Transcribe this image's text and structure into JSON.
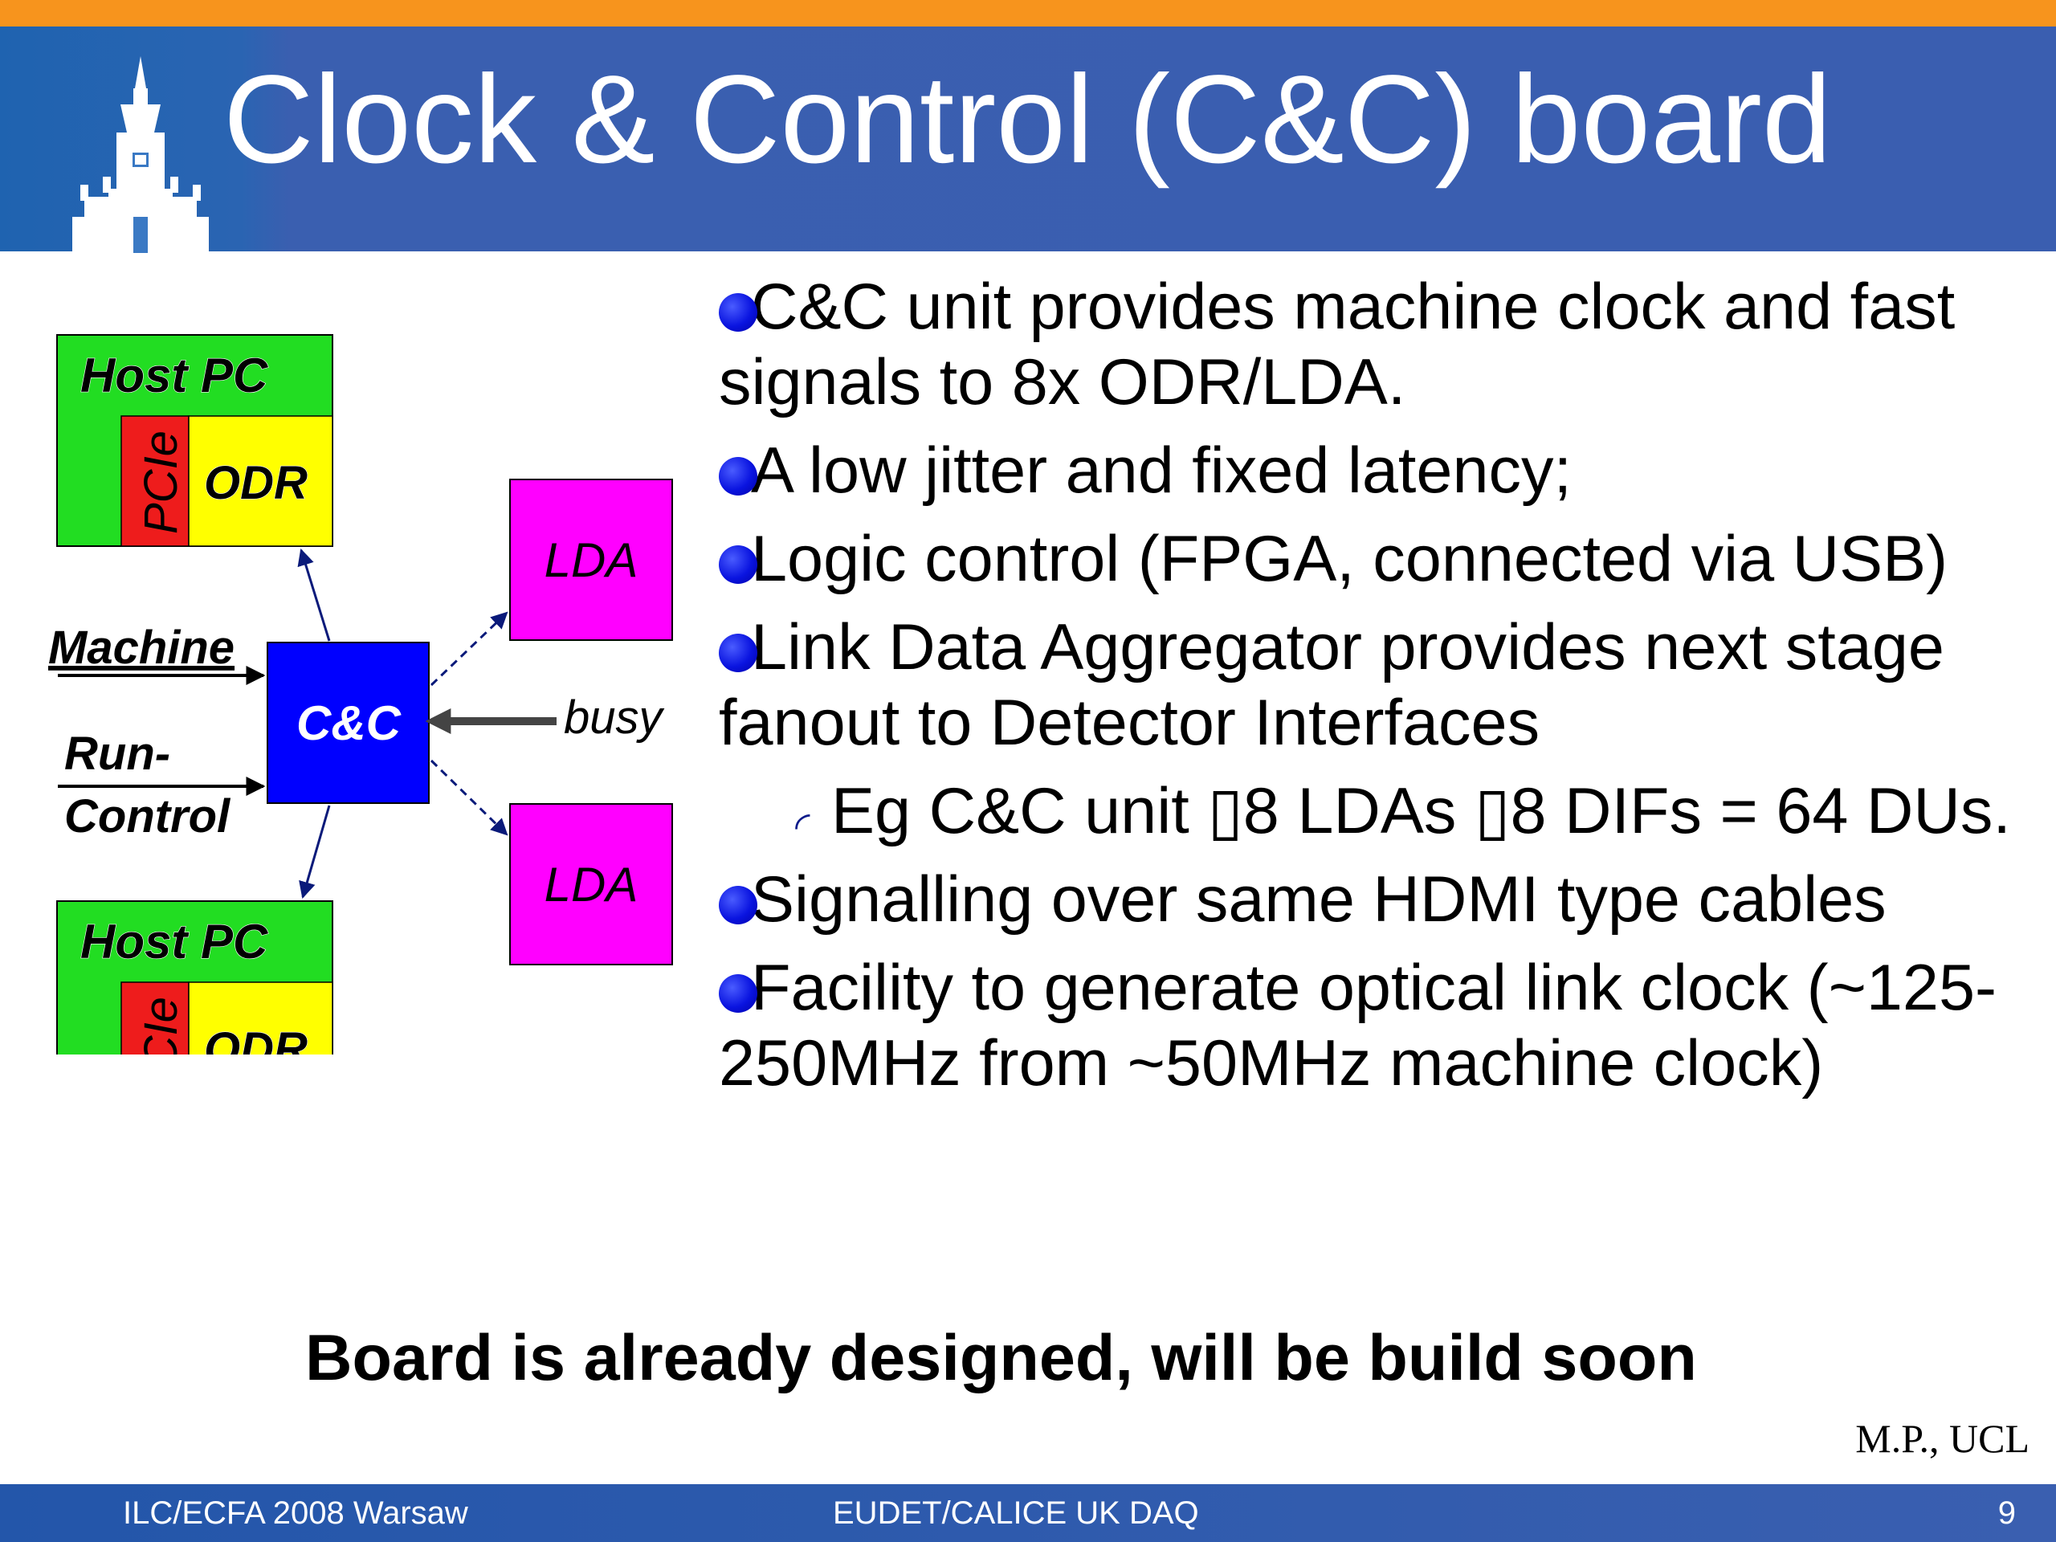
{
  "slide": {
    "title": "Clock & Control (C&C) board"
  },
  "diagram": {
    "host_pc_label": "Host PC",
    "pcie_label": "PCIe",
    "odr_label": "ODR",
    "lda_label": "LDA",
    "cc_label": "C&C",
    "busy_label": "busy",
    "machine_label": "Machine",
    "run_label": "Run-",
    "control_label": "Control",
    "colors": {
      "host_green": "#22dd22",
      "pcie_red": "#ee1c1c",
      "odr_yellow": "#ffff00",
      "lda_magenta": "#ff00ff",
      "cc_blue": "#0000ff",
      "arrow_navy": "#0a1a7a"
    }
  },
  "bullets": [
    {
      "text": "C&C unit provides machine clock and fast signals to 8x ODR/LDA."
    },
    {
      "text": "A low jitter and fixed latency;"
    },
    {
      "text": "Logic control (FPGA, connected via USB)"
    },
    {
      "text": "Link Data Aggregator provides next stage fanout to Detector Interfaces"
    },
    {
      "text": "Signalling over same HDMI type cables"
    },
    {
      "text": "Facility to generate optical link clock (~125-250MHz from ~50MHz machine clock)"
    }
  ],
  "sub_bullet": {
    "icon": "small-arc-icon",
    "text": "Eg C&C unit ▯8 LDAs ▯8 DIFs = 64 DUs."
  },
  "conclusion": "Board is already designed, will be build soon",
  "author": "M.P., UCL",
  "footer": {
    "left": "ILC/ECFA 2008 Warsaw",
    "center": "EUDET/CALICE UK DAQ",
    "page": "9"
  }
}
